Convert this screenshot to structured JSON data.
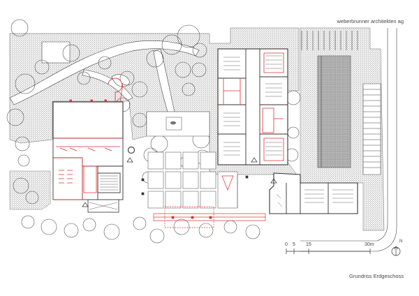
{
  "header": {
    "firm": "weberbrunner architekten ag"
  },
  "footer": {
    "caption": "Grundriss Erdgeschoss"
  },
  "scale_bar": {
    "labels": [
      "0",
      "5",
      "15",
      "30m"
    ]
  },
  "north_arrow": {
    "label": "N"
  },
  "colors": {
    "line": "#333333",
    "new_work": "#e0302f",
    "hatch": "#6e6e6e"
  }
}
